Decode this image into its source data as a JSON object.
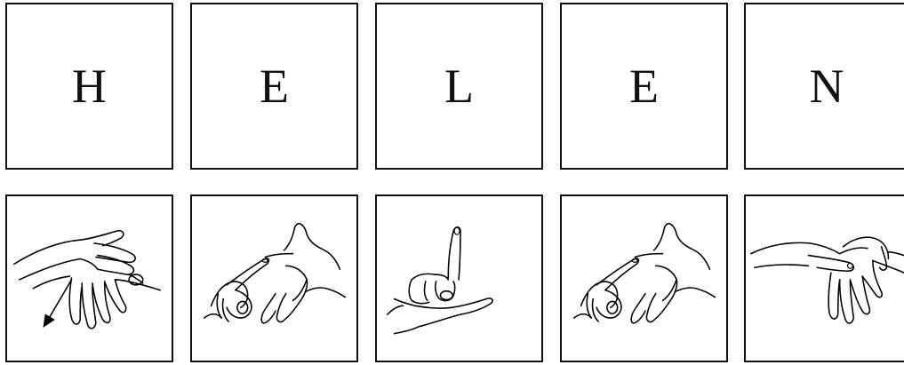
{
  "fingerspelling": {
    "letters": [
      "H",
      "E",
      "L",
      "E",
      "N"
    ],
    "signs": [
      {
        "letter": "H",
        "icon": "hand-sign-h-icon",
        "has_arrow": true
      },
      {
        "letter": "E",
        "icon": "hand-sign-e-icon",
        "has_arrow": false
      },
      {
        "letter": "L",
        "icon": "hand-sign-l-icon",
        "has_arrow": false
      },
      {
        "letter": "E",
        "icon": "hand-sign-e-icon",
        "has_arrow": false
      },
      {
        "letter": "N",
        "icon": "hand-sign-n-icon",
        "has_arrow": false
      }
    ]
  },
  "colors": {
    "border": "#111111",
    "ink": "#000000",
    "background": "#ffffff"
  }
}
